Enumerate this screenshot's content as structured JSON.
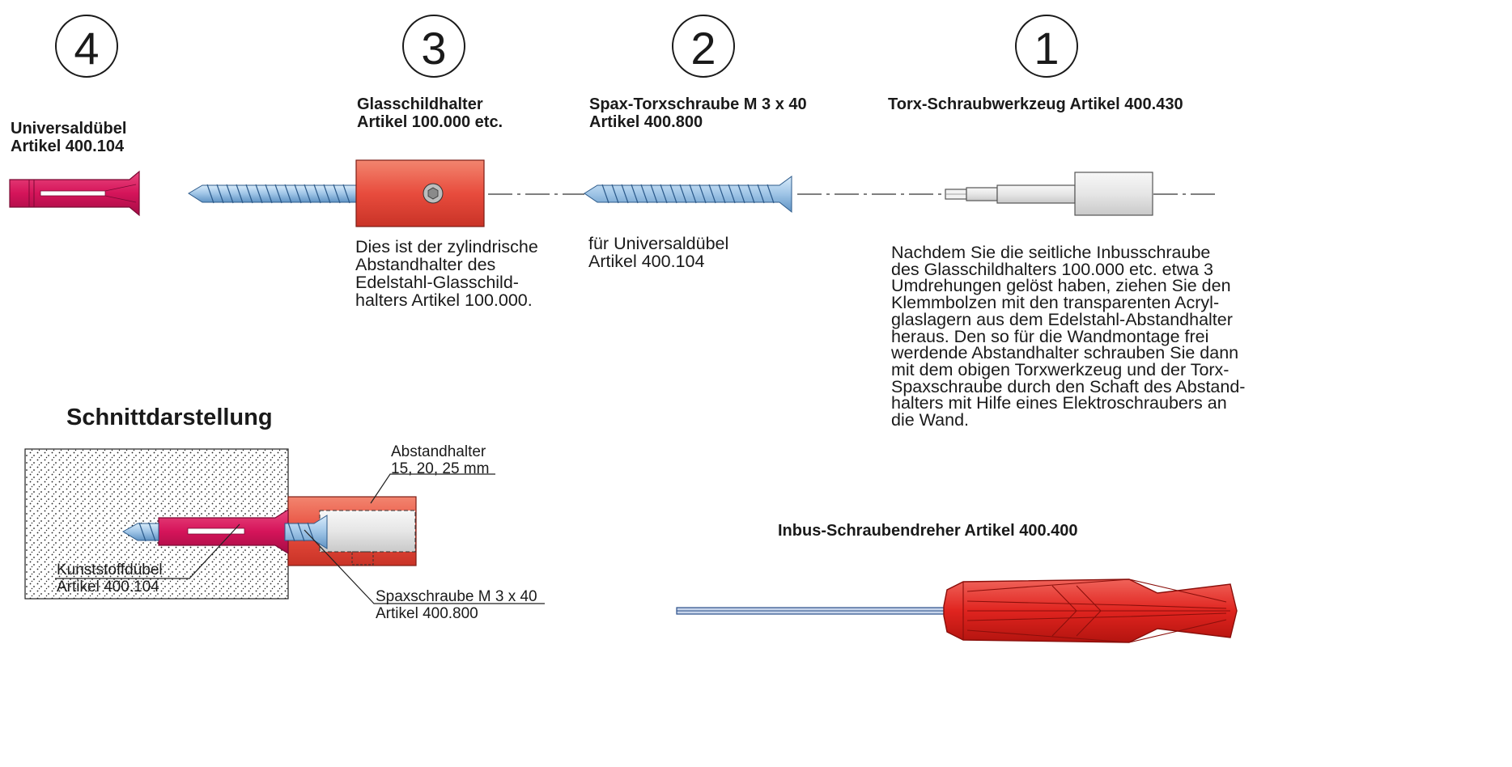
{
  "steps": [
    {
      "number": "4",
      "title_lines": [
        "Universaldübel",
        "Artikel 400.104"
      ]
    },
    {
      "number": "3",
      "title_lines": [
        "Glasschildhalter",
        "Artikel 100.000 etc."
      ],
      "description_lines": [
        "Dies ist der zylindrische",
        "Abstandhalter des",
        "Edelstahl-Glasschild-",
        "halters Artikel 100.000."
      ]
    },
    {
      "number": "2",
      "title_lines": [
        "Spax-Torxschraube M 3 x 40",
        "Artikel 400.800"
      ],
      "description_lines": [
        "für Universaldübel",
        "Artikel 400.104"
      ]
    },
    {
      "number": "1",
      "title_lines": [
        "Torx-Schraubwerkzeug Artikel 400.430"
      ]
    }
  ],
  "instructions_lines": [
    "Nachdem Sie die seitliche Inbusschraube",
    "des Glasschildhalters 100.000 etc. etwa 3",
    "Umdrehungen gelöst haben, ziehen Sie den",
    "Klemmbolzen mit den transparenten Acryl-",
    "glaslagern aus dem Edelstahl-Abstandhalter",
    "heraus. Den so für die Wandmontage frei",
    "werdende Abstandhalter schrauben Sie dann",
    "mit dem obigen Torxwerkzeug und der Torx-",
    "Spaxschraube durch den Schaft des Abstand-",
    "halters mit Hilfe eines Elektroschraubers an",
    "die Wand."
  ],
  "section": {
    "title": "Schnittdarstellung",
    "spacer_label_lines": [
      "Abstandhalter",
      "15, 20, 25 mm"
    ],
    "dowel_label_lines": [
      "Kunststoffdübel",
      "Artikel 400.104"
    ],
    "screw_label_lines": [
      "Spaxschraube M 3 x 40",
      "Artikel 400.800"
    ]
  },
  "screwdriver": {
    "title": "Inbus-Schraubendreher Artikel 400.400"
  },
  "colors": {
    "dowel": "#d5145a",
    "spacer": "#e84c3d",
    "screw": "#9ec4e6",
    "handle": "#e0241f",
    "tool": "#e6e6e6",
    "shaft": "#4a72b0"
  }
}
